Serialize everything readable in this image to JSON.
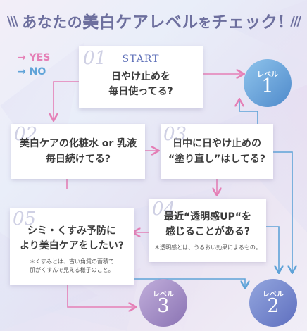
{
  "title": {
    "pre": "あなたの",
    "big": "美白ケアレベル",
    "mid": "を",
    "post": "チェック",
    "bang": "!"
  },
  "deco": {
    "left": "\\\\\\",
    "right": "///"
  },
  "legend": {
    "yes": "→ YES",
    "no": "→ NO"
  },
  "boxes": {
    "b1": {
      "num": "01",
      "label": "START",
      "line1": "日やけ止めを",
      "line2": "毎日使ってる?"
    },
    "b2": {
      "num": "02",
      "line1": "美白ケアの化粧水 or 乳液",
      "line2": "毎日続けてる?"
    },
    "b3": {
      "num": "03",
      "line1": "日中に日やけ止めの",
      "line2": "“塗り直し”はしてる?"
    },
    "b4": {
      "num": "04",
      "line1": "最近“透明感UP“を",
      "line2": "感じることがある?",
      "note": "＊透明感とは、うるおい効果によるもの。"
    },
    "b5": {
      "num": "05",
      "line1": "シミ・くすみ予防に",
      "line2": "より美白ケアをしたい?",
      "note1": "＊くすみとは、古い角質の蓄積で",
      "note2": "肌がくすんで見える様子のこと。"
    }
  },
  "levels": {
    "l1": {
      "label": "レベル",
      "num": "1"
    },
    "l2": {
      "label": "レベル",
      "num": "2"
    },
    "l3": {
      "label": "レベル",
      "num": "3"
    }
  },
  "colors": {
    "yes": "#e57fb6",
    "no": "#5fa3d8",
    "title": "#6d6f9e",
    "level1": "#5b9bd5",
    "level2": "#6f84c8",
    "level3": "#9b86c0"
  }
}
